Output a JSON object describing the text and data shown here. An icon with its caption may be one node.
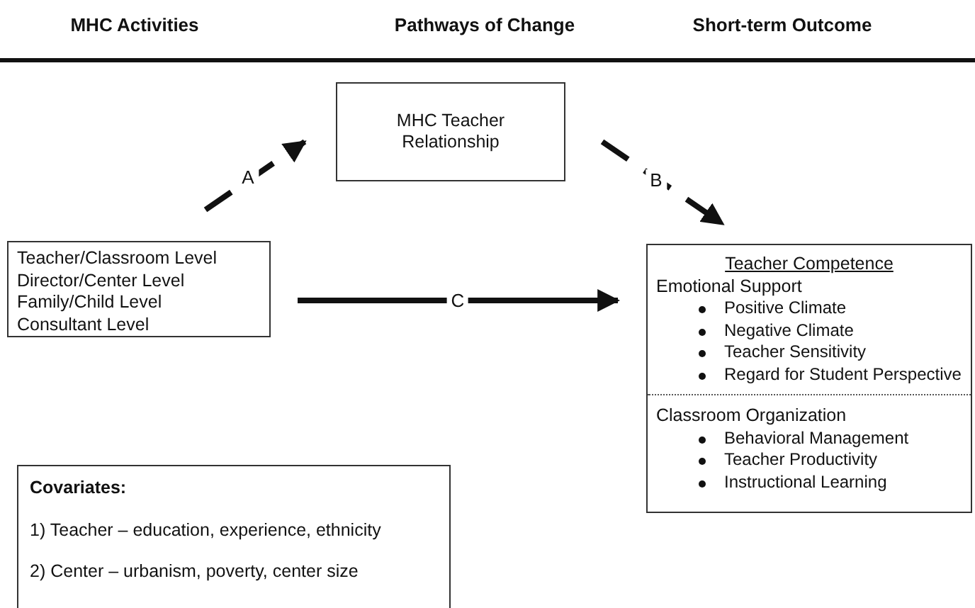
{
  "diagram": {
    "nodes": [
      {
        "text": [
          "MHC Teacher Relationship"
        ]
      },
      {
        "text": [
          "Teacher/Classroom Level",
          "Director/Center Level",
          "Family/Child Level",
          "Consultant Level"
        ]
      },
      {
        "text": [
          "Teacher Competence",
          "Emotional Support",
          "Positive Climate",
          "Negative Climate",
          "Teacher Sensitivity",
          "Regard for Student Perspective",
          "Classroom Organization",
          "Behavioral Management",
          "Teacher Productivity",
          "Instructional Learning"
        ]
      },
      {
        "text": [
          "Covariates:",
          "1) Teacher – education, experience, ethnicity",
          "2) Center – urbanism, poverty, center size"
        ]
      }
    ],
    "edges": [
      {
        "from": 1,
        "to": 0,
        "arrow": "to",
        "label": "A",
        "style": "dashed"
      },
      {
        "from": 0,
        "to": 2,
        "arrow": "to",
        "label": "B",
        "style": "dashed"
      },
      {
        "from": 1,
        "to": 2,
        "arrow": "to",
        "label": "C"
      }
    ],
    "labels": [
      "MHC Activities",
      "Pathways of Change",
      "Short-term Outcome"
    ]
  }
}
